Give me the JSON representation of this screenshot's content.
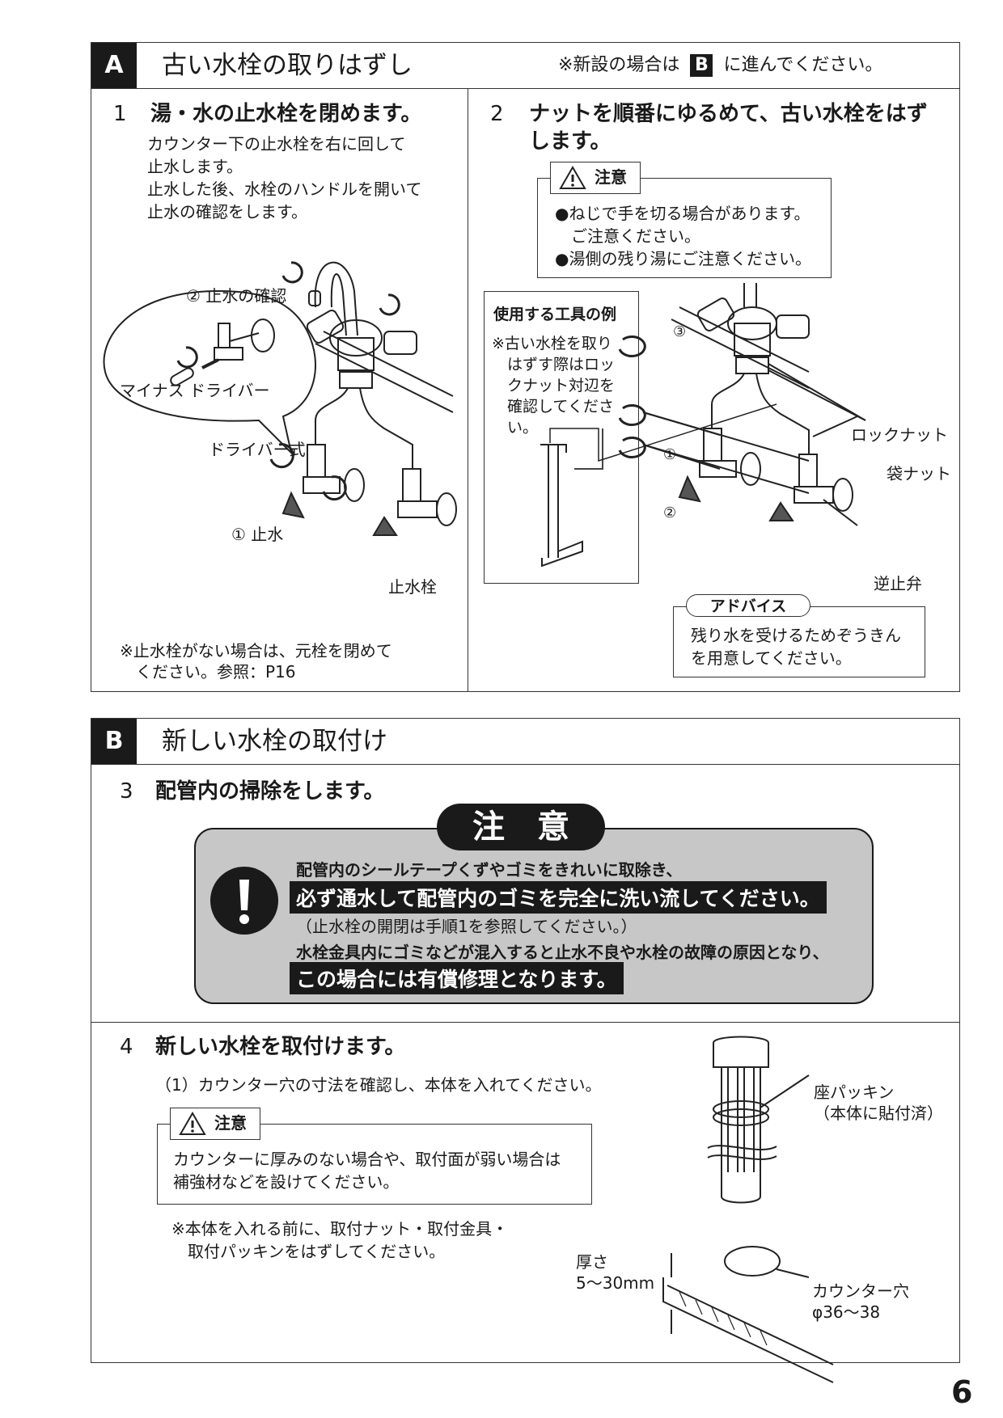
{
  "sectionA": {
    "label": "A",
    "title": "古い水栓の取りはずし",
    "note_prefix": "※新設の場合は",
    "note_badge": "B",
    "note_suffix": "に進んでください。",
    "step1": {
      "number": "1",
      "title": "湯・水の止水栓を閉めます。",
      "desc": "カウンター下の止水栓を右に回して\n止水します。\n止水した後、水栓のハンドルを開いて\n止水の確認をします。",
      "labels": {
        "check": "② 止水の確認",
        "minus_driver": "マイナス\nドライバー",
        "driver_type": "ドライバー式",
        "stop": "① 止水",
        "valve": "止水栓"
      },
      "footnote": "※止水栓がない場合は、元栓を閉めて\n　ください。参照：P16"
    },
    "step2": {
      "number": "2",
      "title": "ナットを順番にゆるめて、古い水栓をはず\nします。",
      "caution_label": "注意",
      "caution_lines": [
        "●ねじで手を切る場合があります。",
        "　ご注意ください。",
        "●湯側の残り湯にご注意ください。"
      ],
      "tools_title": "使用する工具の例",
      "tools_note": "※古い水栓を取り\n　はずす際はロッ\n　クナット対辺を\n　確認してくださ\n　い。",
      "labels": {
        "n3": "③",
        "n1": "①",
        "n2": "②",
        "lock_nut": "ロックナット",
        "bag_nut": "袋ナット",
        "check_valve": "逆止弁"
      },
      "advice_label": "アドバイス",
      "advice_text": "残り水を受けるためぞうきん\nを用意してください。"
    }
  },
  "sectionB": {
    "label": "B",
    "title": "新しい水栓の取付け",
    "step3": {
      "number": "3",
      "title": "配管内の掃除をします。",
      "warning_title": "注　意",
      "line1": "配管内のシールテープくずやゴミをきれいに取除き、",
      "line2": "必ず通水して配管内のゴミを完全に洗い流してください。",
      "line3": "（止水栓の開閉は手順1を参照してください。）",
      "line4": "水栓金具内にゴミなどが混入すると止水不良や水栓の故障の原因となり、",
      "line5": "この場合には有償修理となります。"
    },
    "step4": {
      "number": "4",
      "title": "新しい水栓を取付けます。",
      "sub": "（1）カウンター穴の寸法を確認し、本体を入れてください。",
      "caution_label": "注意",
      "caution_text": "カウンターに厚みのない場合や、取付面が弱い場合は\n補強材などを設けてください。",
      "note": "※本体を入れる前に、取付ナット・取付金具・\n　取付パッキンをはずしてください。",
      "labels": {
        "packing": "座パッキン\n（本体に貼付済）",
        "thickness": "厚さ\n5～30mm",
        "hole": "カウンター穴\nφ36～38"
      }
    }
  },
  "page_number": "6"
}
